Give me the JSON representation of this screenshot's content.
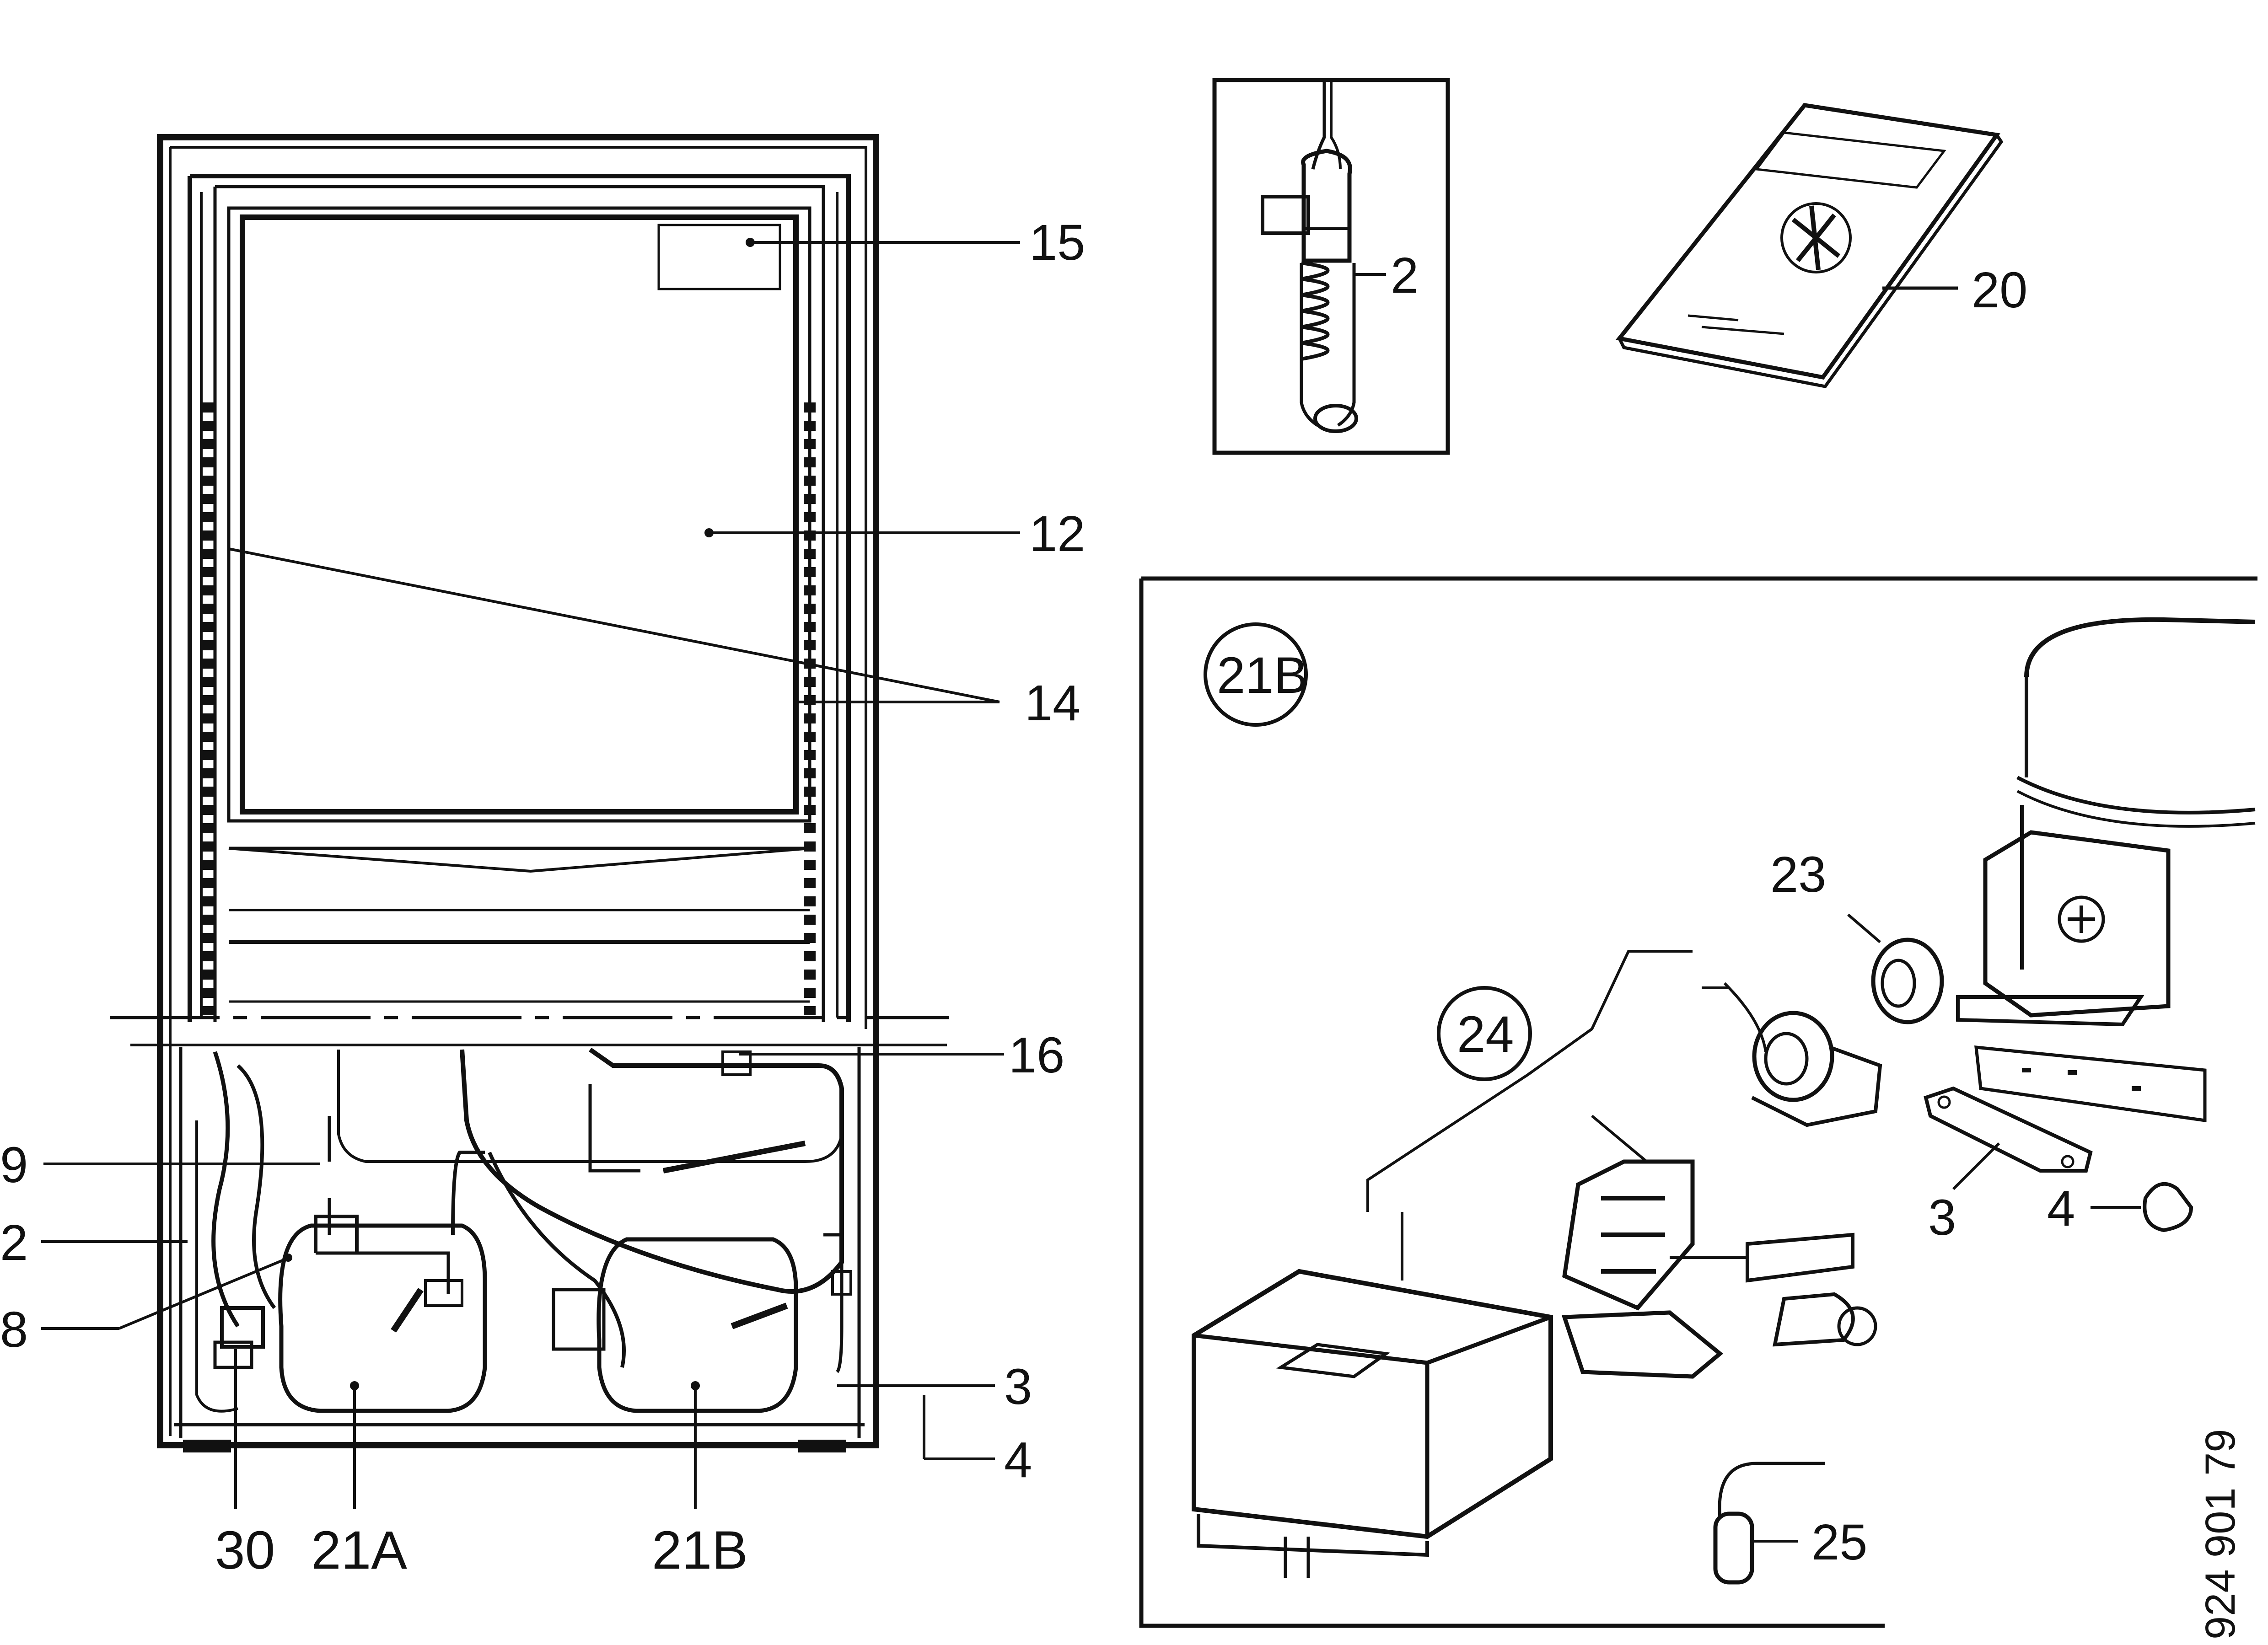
{
  "diagram": {
    "callouts": {
      "c15": "15",
      "c12": "12",
      "c14": "14",
      "c16": "16",
      "c9": "9",
      "c2_left": "2",
      "c8": "8",
      "c3_left": "3",
      "c4_left": "4",
      "c30": "30",
      "c21A": "21A",
      "c21B_bottom": "21B",
      "c2_probe": "2",
      "c20": "20",
      "c21B_circle": "21B",
      "c23": "23",
      "c24": "24",
      "c3_detail": "3",
      "c4_detail": "4",
      "c25": "25"
    },
    "drawing_code": "924 901 79"
  }
}
